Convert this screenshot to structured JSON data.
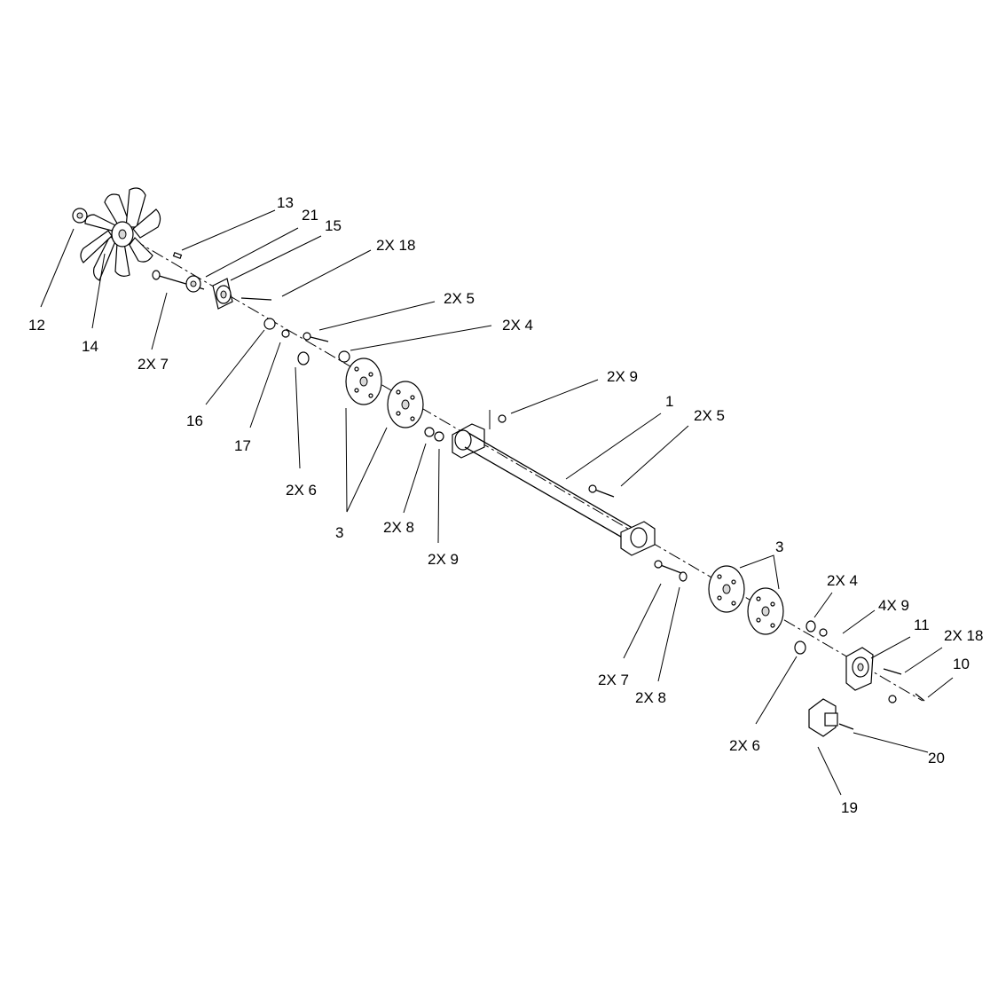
{
  "callouts": {
    "c1": "1",
    "c3a": "3",
    "c3b": "3",
    "c10": "10",
    "c11": "11",
    "c12": "12",
    "c13": "13",
    "c14": "14",
    "c15": "15",
    "c16": "16",
    "c17": "17",
    "c19": "19",
    "c20": "20",
    "c21": "21",
    "c2x4a": "2X 4",
    "c2x4b": "2X 4",
    "c2x5a": "2X 5",
    "c2x5b": "2X 5",
    "c2x6a": "2X 6",
    "c2x6b": "2X 6",
    "c2x7a": "2X 7",
    "c2x7b": "2X 7",
    "c2x8a": "2X 8",
    "c2x8b": "2X 8",
    "c2x9a": "2X 9",
    "c2x9b": "2X 9",
    "c4x9": "4X 9",
    "c2x18a": "2X 18",
    "c2x18b": "2X 18"
  }
}
